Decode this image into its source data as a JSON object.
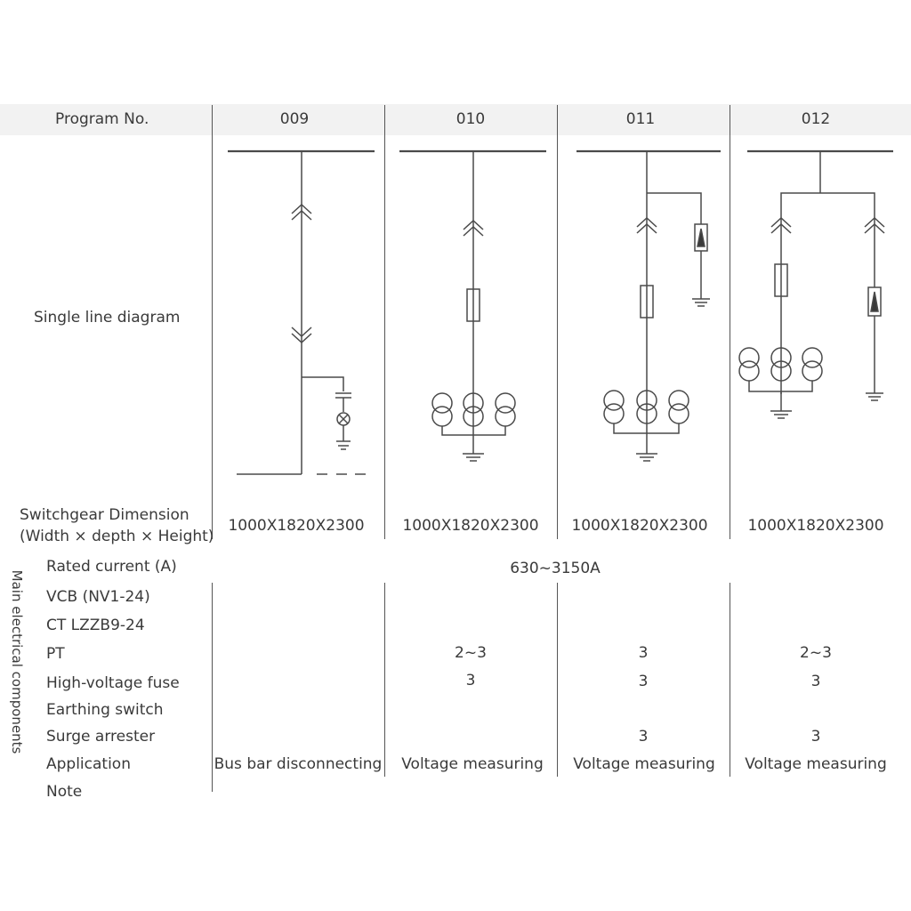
{
  "header": {
    "program_label": "Program No.",
    "columns": [
      "009",
      "010",
      "011",
      "012"
    ]
  },
  "row_labels": {
    "single_line": "Single line diagram",
    "dimension_line1": "Switchgear Dimension",
    "dimension_line2": "(Width × depth × Height)",
    "rated_current": "Rated current (A)",
    "group_label": "Main electrical components",
    "vcb": "VCB (NV1-24)",
    "ct": "CT LZZB9-24",
    "pt": "PT",
    "fuse": "High-voltage fuse",
    "earthing": "Earthing switch",
    "surge": "Surge arrester",
    "application": "Application",
    "note": "Note"
  },
  "rated_current_value": "630~3150A",
  "columns": [
    {
      "dimension": "1000X1820X2300",
      "pt": "",
      "fuse": "",
      "surge": "",
      "application": "Bus bar disconnecting"
    },
    {
      "dimension": "1000X1820X2300",
      "pt": "2~3",
      "fuse": "3",
      "surge": "",
      "application": "Voltage measuring"
    },
    {
      "dimension": "1000X1820X2300",
      "pt": "3",
      "fuse": "3",
      "surge": "3",
      "application": "Voltage measuring"
    },
    {
      "dimension": "1000X1820X2300",
      "pt": "2~3",
      "fuse": "3",
      "surge": "3",
      "application": "Voltage measuring"
    }
  ]
}
